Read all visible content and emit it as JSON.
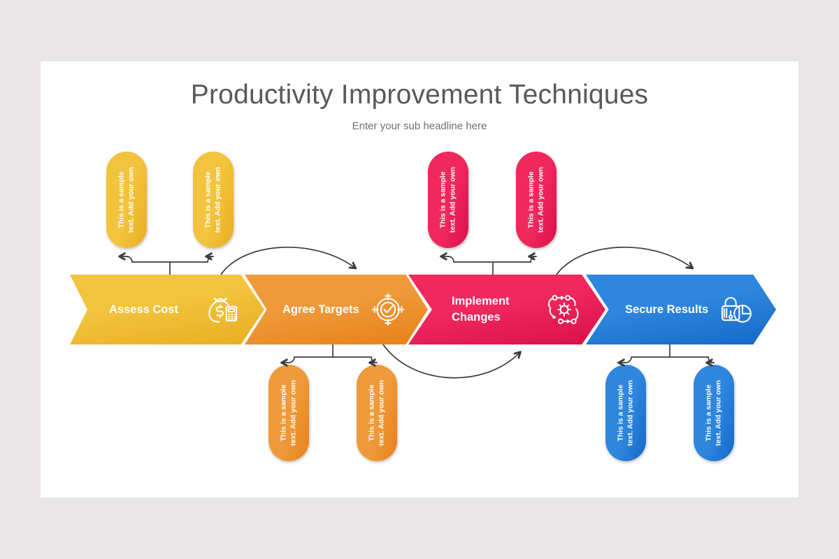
{
  "background_color": "#e8e6e7",
  "card": {
    "background_color": "#ffffff",
    "title": "Productivity Improvement Techniques",
    "subtitle": "Enter your sub headline here"
  },
  "process": {
    "steps": [
      {
        "id": "assess-cost",
        "label": "Assess Cost",
        "color": "#f2c33c",
        "color_dark": "#e8ae22",
        "icon": "money-bag-calculator-icon",
        "notes_position": "above",
        "notes": [
          {
            "text": "This is a sample\ntext. Add your own"
          },
          {
            "text": "This is a sample\ntext. Add your own"
          }
        ]
      },
      {
        "id": "agree-targets",
        "label": "Agree Targets",
        "color": "#ee9a3a",
        "color_dark": "#e8801a",
        "icon": "target-check-icon",
        "notes_position": "below",
        "notes": [
          {
            "text": "This is a sample\ntext. Add your own"
          },
          {
            "text": "This is a sample\ntext. Add your own"
          }
        ]
      },
      {
        "id": "implement-changes",
        "label": "Implement\nChanges",
        "color": "#f0285e",
        "color_dark": "#d9104a",
        "icon": "gear-workflow-icon",
        "notes_position": "above",
        "notes": [
          {
            "text": "This is a sample\ntext. Add your own"
          },
          {
            "text": "This is a sample\ntext. Add your own"
          }
        ]
      },
      {
        "id": "secure-results",
        "label": "Secure Results",
        "color": "#2e86de",
        "color_dark": "#1569c7",
        "icon": "lock-piechart-icon",
        "notes_position": "below",
        "notes": [
          {
            "text": "This is a sample\ntext. Add your own"
          },
          {
            "text": "This is a sample\ntext. Add your own"
          }
        ]
      }
    ],
    "connector_color": "#3c3c3c"
  }
}
